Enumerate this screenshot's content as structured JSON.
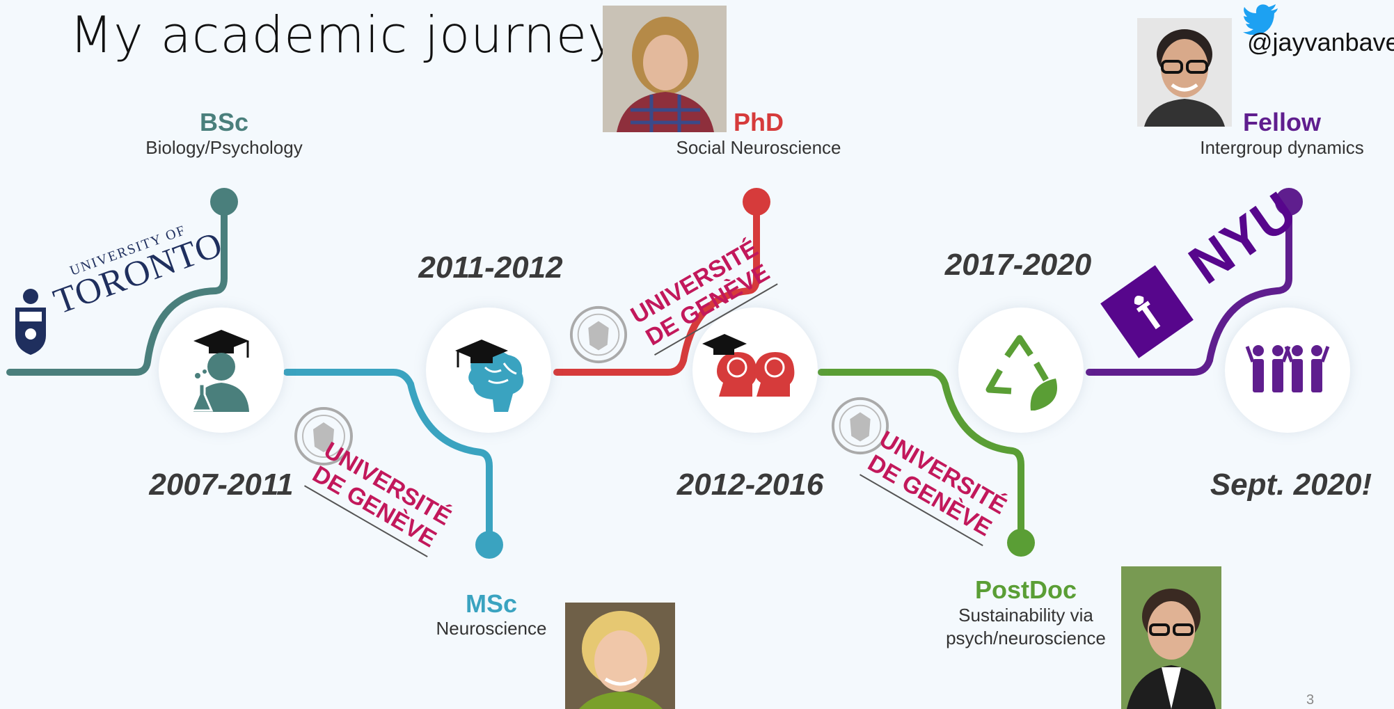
{
  "title": "My academic journey",
  "handle": "@jayvanbavel",
  "page_number": "3",
  "colors": {
    "bsc": "#4a7f7c",
    "msc": "#3aa3c0",
    "phd": "#d63b3b",
    "postdoc": "#5a9e35",
    "fellow": "#5f1e8e",
    "unige": "#c2185b",
    "background": "#f4f9fd"
  },
  "stages": [
    {
      "degree": "BSc",
      "field": "Biology/Psychology",
      "years": "2007-2011",
      "icon": "graduate-scientist-icon",
      "institution_logo": "university-of-toronto-logo"
    },
    {
      "degree": "MSc",
      "field": "Neuroscience",
      "years": "2011-2012",
      "icon": "graduation-cap-brain-icon",
      "institution_logo": "universite-de-geneve-logo"
    },
    {
      "degree": "PhD",
      "field": "Social Neuroscience",
      "years": "2012-2016",
      "icon": "two-heads-brains-icon",
      "institution_logo": "universite-de-geneve-logo"
    },
    {
      "degree": "PostDoc",
      "field_line1": "Sustainability via",
      "field_line2": "psych/neuroscience",
      "years": "2017-2020",
      "icon": "recycle-leaf-icon",
      "institution_logo": "universite-de-geneve-logo"
    },
    {
      "degree": "Fellow",
      "field": "Intergroup dynamics",
      "years": "Sept. 2020!",
      "icon": "group-people-icon",
      "institution_logo": "nyu-logo"
    }
  ],
  "logos": {
    "toronto_line1": "UNIVERSITY OF",
    "toronto_line2": "TORONTO",
    "unige_line1": "UNIVERSITÉ",
    "unige_line2": "DE GENÈVE",
    "nyu": "NYU"
  }
}
